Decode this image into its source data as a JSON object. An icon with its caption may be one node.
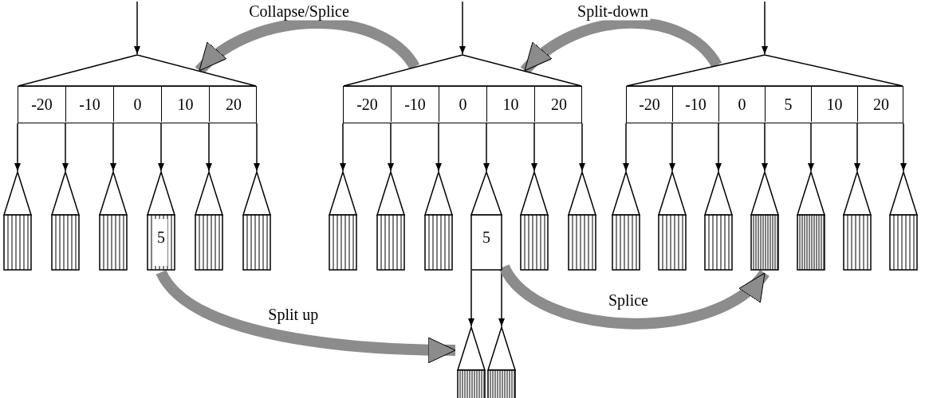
{
  "diagram": {
    "nodes": [
      {
        "text": [],
        "shape": "triangle"
      },
      {
        "text": [],
        "shape": "box"
      },
      {
        "text": [
          "-20"
        ],
        "in": 1
      },
      {
        "text": [
          "-10"
        ],
        "in": 1
      },
      {
        "text": [
          "0"
        ],
        "in": 1
      },
      {
        "text": [
          "10"
        ],
        "in": 1
      },
      {
        "text": [
          "20"
        ],
        "in": 1
      },
      {
        "text": [],
        "shape": "bucket"
      },
      {
        "text": [],
        "shape": "bucket"
      },
      {
        "text": [],
        "shape": "bucket"
      },
      {
        "text": [
          "5"
        ]
      },
      {
        "text": [],
        "shape": "bucket"
      },
      {
        "text": [],
        "shape": "bucket"
      },
      {
        "text": [],
        "shape": "triangle"
      },
      {
        "text": [],
        "shape": "box"
      },
      {
        "text": [
          "-20"
        ],
        "in": 14
      },
      {
        "text": [
          "-10"
        ],
        "in": 14
      },
      {
        "text": [
          "0"
        ],
        "in": 14
      },
      {
        "text": [
          "10"
        ],
        "in": 14
      },
      {
        "text": [
          "20"
        ],
        "in": 14
      },
      {
        "text": [],
        "shape": "bucket"
      },
      {
        "text": [],
        "shape": "bucket"
      },
      {
        "text": [],
        "shape": "bucket"
      },
      {
        "text": [
          "5"
        ]
      },
      {
        "text": [],
        "shape": "bucket"
      },
      {
        "text": [],
        "shape": "bucket"
      },
      {
        "text": [],
        "shape": "bucket"
      },
      {
        "text": [],
        "shape": "bucket"
      },
      {
        "text": [],
        "shape": "triangle"
      },
      {
        "text": [],
        "shape": "box"
      },
      {
        "text": [
          "-20"
        ],
        "in": 29
      },
      {
        "text": [
          "-10"
        ],
        "in": 29
      },
      {
        "text": [
          "0"
        ],
        "in": 29
      },
      {
        "text": [
          "5"
        ],
        "in": 29
      },
      {
        "text": [
          "10"
        ],
        "in": 29
      },
      {
        "text": [
          "20"
        ],
        "in": 29
      },
      {
        "text": [],
        "shape": "bucket"
      },
      {
        "text": [],
        "shape": "bucket"
      },
      {
        "text": [],
        "shape": "bucket"
      },
      {
        "text": [],
        "shape": "bucket"
      },
      {
        "text": [],
        "shape": "bucket"
      },
      {
        "text": [],
        "shape": "bucket"
      },
      {
        "text": [],
        "shape": "bucket"
      }
    ],
    "edges": [
      {
        "from": null,
        "to": 0,
        "arrow": "to"
      },
      {
        "from": 1,
        "to": 7,
        "arrow": "to"
      },
      {
        "from": 1,
        "to": 8,
        "arrow": "to"
      },
      {
        "from": 1,
        "to": 9,
        "arrow": "to"
      },
      {
        "from": 1,
        "to": 10,
        "arrow": "to"
      },
      {
        "from": 1,
        "to": 11,
        "arrow": "to"
      },
      {
        "from": 1,
        "to": 12,
        "arrow": "to"
      },
      {
        "from": null,
        "to": 13,
        "arrow": "to"
      },
      {
        "from": 14,
        "to": 20,
        "arrow": "to"
      },
      {
        "from": 14,
        "to": 21,
        "arrow": "to"
      },
      {
        "from": 14,
        "to": 22,
        "arrow": "to"
      },
      {
        "from": 14,
        "to": 23,
        "arrow": "to"
      },
      {
        "from": 14,
        "to": 24,
        "arrow": "to"
      },
      {
        "from": 14,
        "to": 25,
        "arrow": "to"
      },
      {
        "from": 23,
        "to": 26,
        "arrow": "to"
      },
      {
        "from": 23,
        "to": 27,
        "arrow": "to"
      },
      {
        "from": null,
        "to": 28,
        "arrow": "to"
      },
      {
        "from": 29,
        "to": 36,
        "arrow": "to"
      },
      {
        "from": 29,
        "to": 37,
        "arrow": "to"
      },
      {
        "from": 29,
        "to": 38,
        "arrow": "to"
      },
      {
        "from": 29,
        "to": 39,
        "arrow": "to"
      },
      {
        "from": 29,
        "to": 40,
        "arrow": "to"
      },
      {
        "from": 29,
        "to": 41,
        "arrow": "to"
      },
      {
        "from": 29,
        "to": 42,
        "arrow": "to"
      },
      {
        "from": 13,
        "to": 0,
        "arrow": "to",
        "label": "Collapse/Splice",
        "style": "thick",
        "color": "#8c8c8c"
      },
      {
        "from": 28,
        "to": 13,
        "arrow": "to",
        "label": "Split-down",
        "style": "thick",
        "color": "#8c8c8c"
      },
      {
        "from": 10,
        "to": 26,
        "arrow": "to",
        "label": "Split up",
        "style": "thick",
        "color": "#8c8c8c"
      },
      {
        "from": 23,
        "to": 39,
        "arrow": "to",
        "label": "Splice",
        "style": "thick",
        "color": "#8c8c8c"
      }
    ]
  }
}
